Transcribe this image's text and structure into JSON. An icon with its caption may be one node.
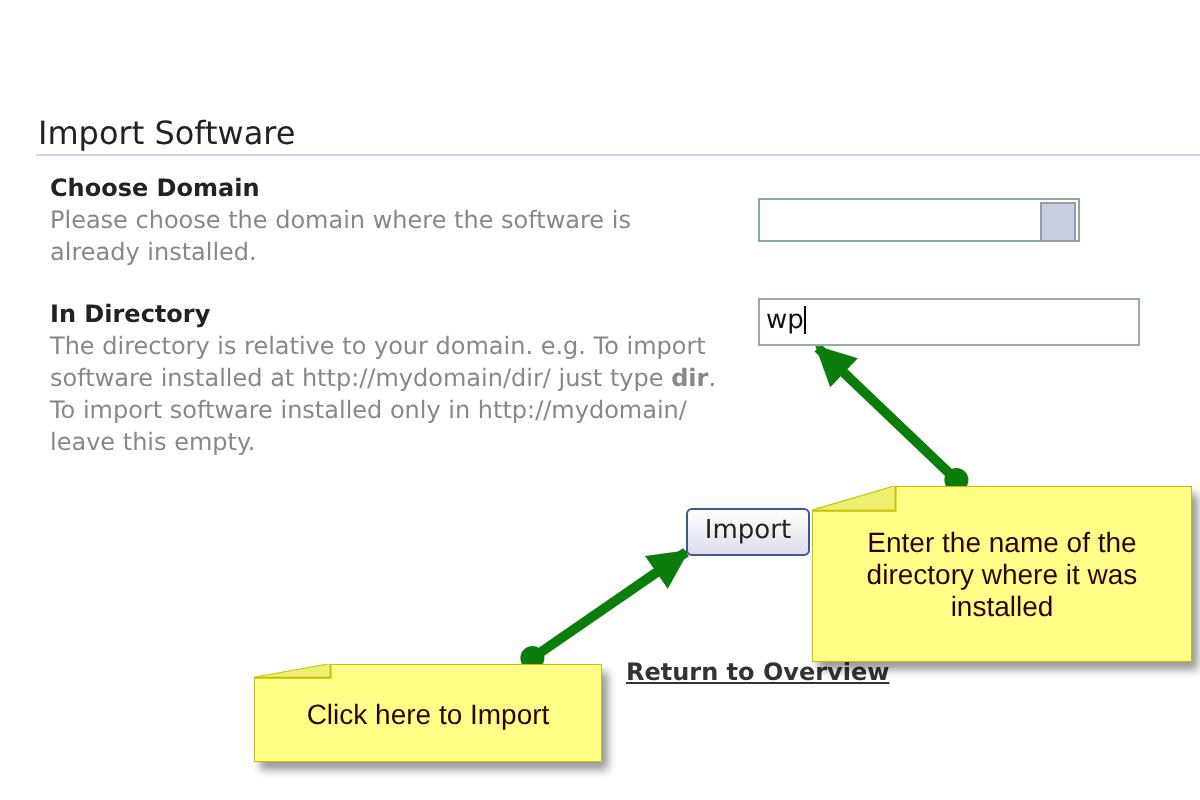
{
  "diagram": {
    "nodes": [
      {
        "text": [
          "wp"
        ]
      },
      {
        "text": [
          "Import"
        ]
      },
      {
        "text": [
          "Enter the name of the directory where it was installed"
        ]
      },
      {
        "text": [
          "Click here to Import"
        ]
      }
    ],
    "edges": [
      {
        "from": 2,
        "to": 0,
        "arrow": "to"
      },
      {
        "from": 3,
        "to": 1,
        "arrow": "to"
      }
    ],
    "labels": [
      "Import Software",
      "Choose Domain",
      "Please choose the domain where the software is already installed.",
      "In Directory",
      "The directory is relative to your domain. e.g. To import software installed at http://mydomain/dir/ just type **dir**. To import software installed only in http://mydomain/ leave this empty.",
      "Return to Overview"
    ]
  }
}
